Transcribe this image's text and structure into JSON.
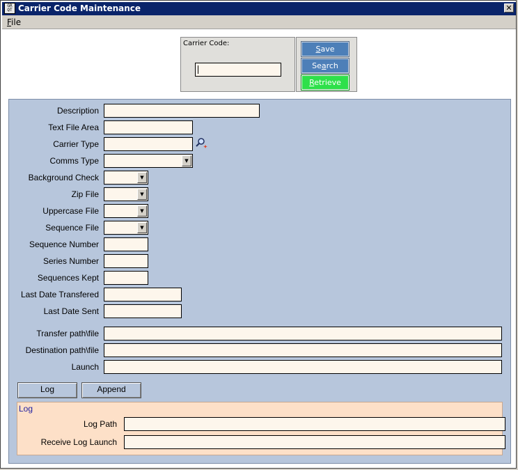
{
  "window": {
    "title": "Carrier Code Maintenance",
    "icon_text": "GR\nQT",
    "close_glyph": "✕"
  },
  "menu": {
    "file_label_underlined": "F",
    "file_label_rest": "ile"
  },
  "key": {
    "label": "Carrier Code:",
    "value": ""
  },
  "buttons": {
    "save_u": "S",
    "save_rest": "ave",
    "search_pre": "Se",
    "search_u": "a",
    "search_rest": "rch",
    "retrieve_u": "R",
    "retrieve_rest": "etrieve"
  },
  "fields": {
    "description": "Description",
    "text_file_area": "Text File Area",
    "carrier_type": "Carrier Type",
    "comms_type": "Comms Type",
    "background_check": "Background Check",
    "zip_file": "Zip File",
    "uppercase_file": "Uppercase File",
    "sequence_file": "Sequence File",
    "sequence_number": "Sequence Number",
    "series_number": "Series Number",
    "sequences_kept": "Sequences Kept",
    "last_date_transfered": "Last Date Transfered",
    "last_date_sent": "Last Date Sent",
    "transfer_path": "Transfer path\\file",
    "destination_path": "Destination path\\file",
    "launch": "Launch"
  },
  "tabs": {
    "log": "Log",
    "append": "Append"
  },
  "log": {
    "title": "Log",
    "log_path": "Log Path",
    "receive_log_launch": "Receive Log Launch"
  },
  "icons": {
    "lookup": "magnifier-lookup-icon",
    "dropdown": "▼"
  },
  "colors": {
    "titlebar": "#0a246a",
    "main_panel": "#b7c6dc",
    "input_bg": "#fdf6ec",
    "button_blue": "#4d7fb8",
    "button_green": "#2ee04a",
    "log_panel": "#fde0c8"
  }
}
